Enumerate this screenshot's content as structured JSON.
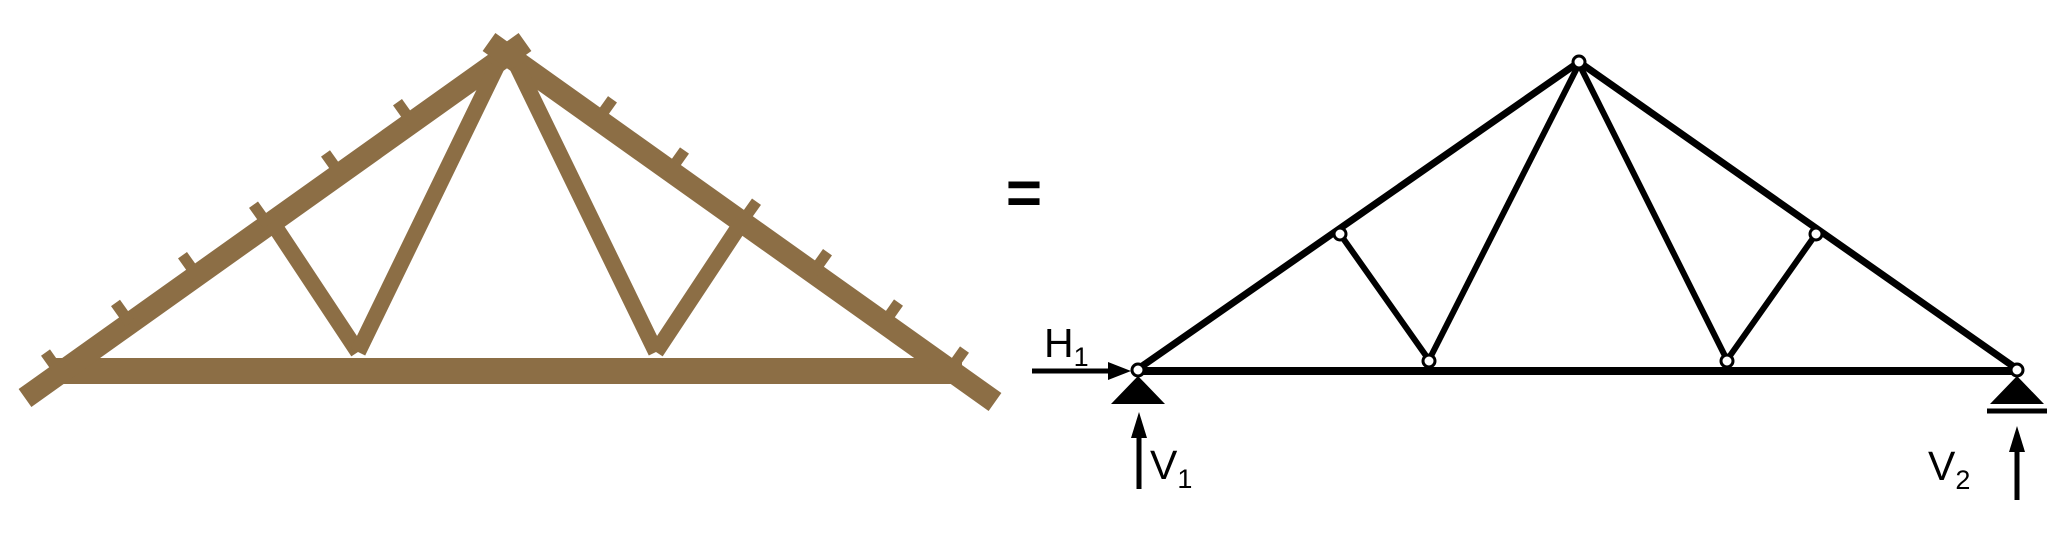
{
  "equals_sign": "=",
  "colors": {
    "truss_brown": "#8C6E45",
    "line_black": "#000000",
    "background": "#FFFFFF"
  },
  "diagram": {
    "labels": {
      "h1": {
        "base": "H",
        "sub": "1"
      },
      "v1": {
        "base": "V",
        "sub": "1"
      },
      "v2": {
        "base": "V",
        "sub": "2"
      }
    },
    "supports": {
      "left": "pin-support",
      "right": "roller-support"
    },
    "joint_count": 7
  }
}
